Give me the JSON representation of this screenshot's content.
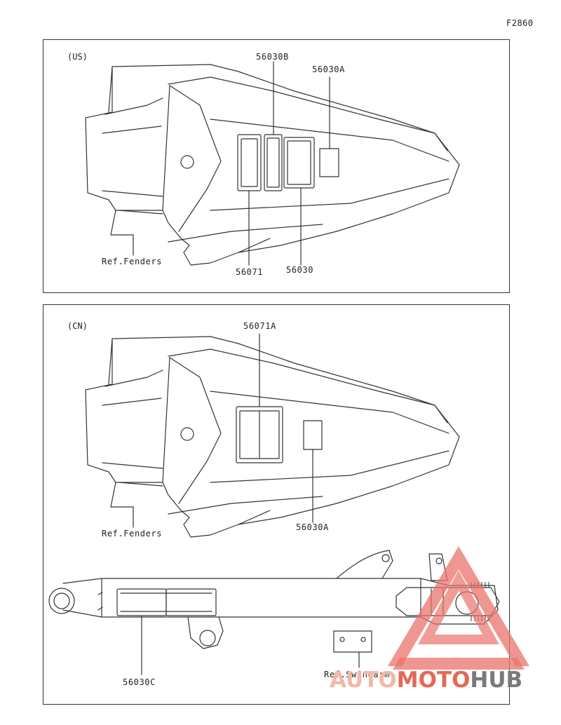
{
  "figure_id": "F2860",
  "panels": {
    "us": {
      "region": "(US)",
      "labels": {
        "p56030B": "56030B",
        "p56030A": "56030A",
        "ref_fenders": "Ref.Fenders",
        "p56071": "56071",
        "p56030": "56030"
      }
    },
    "cn": {
      "region": "(CN)",
      "labels": {
        "p56071A": "56071A",
        "ref_fenders": "Ref.Fenders",
        "p56030A": "56030A",
        "p56030C": "56030C",
        "ref_swingarm": "Ref.Swingarm"
      }
    }
  },
  "watermark": {
    "part1": "AUTO",
    "part2": "MOTO",
    "part3": "HUB",
    "colors": {
      "light": "#f2b9a8",
      "red": "#e26a57",
      "gray": "#7a7a7a"
    }
  }
}
